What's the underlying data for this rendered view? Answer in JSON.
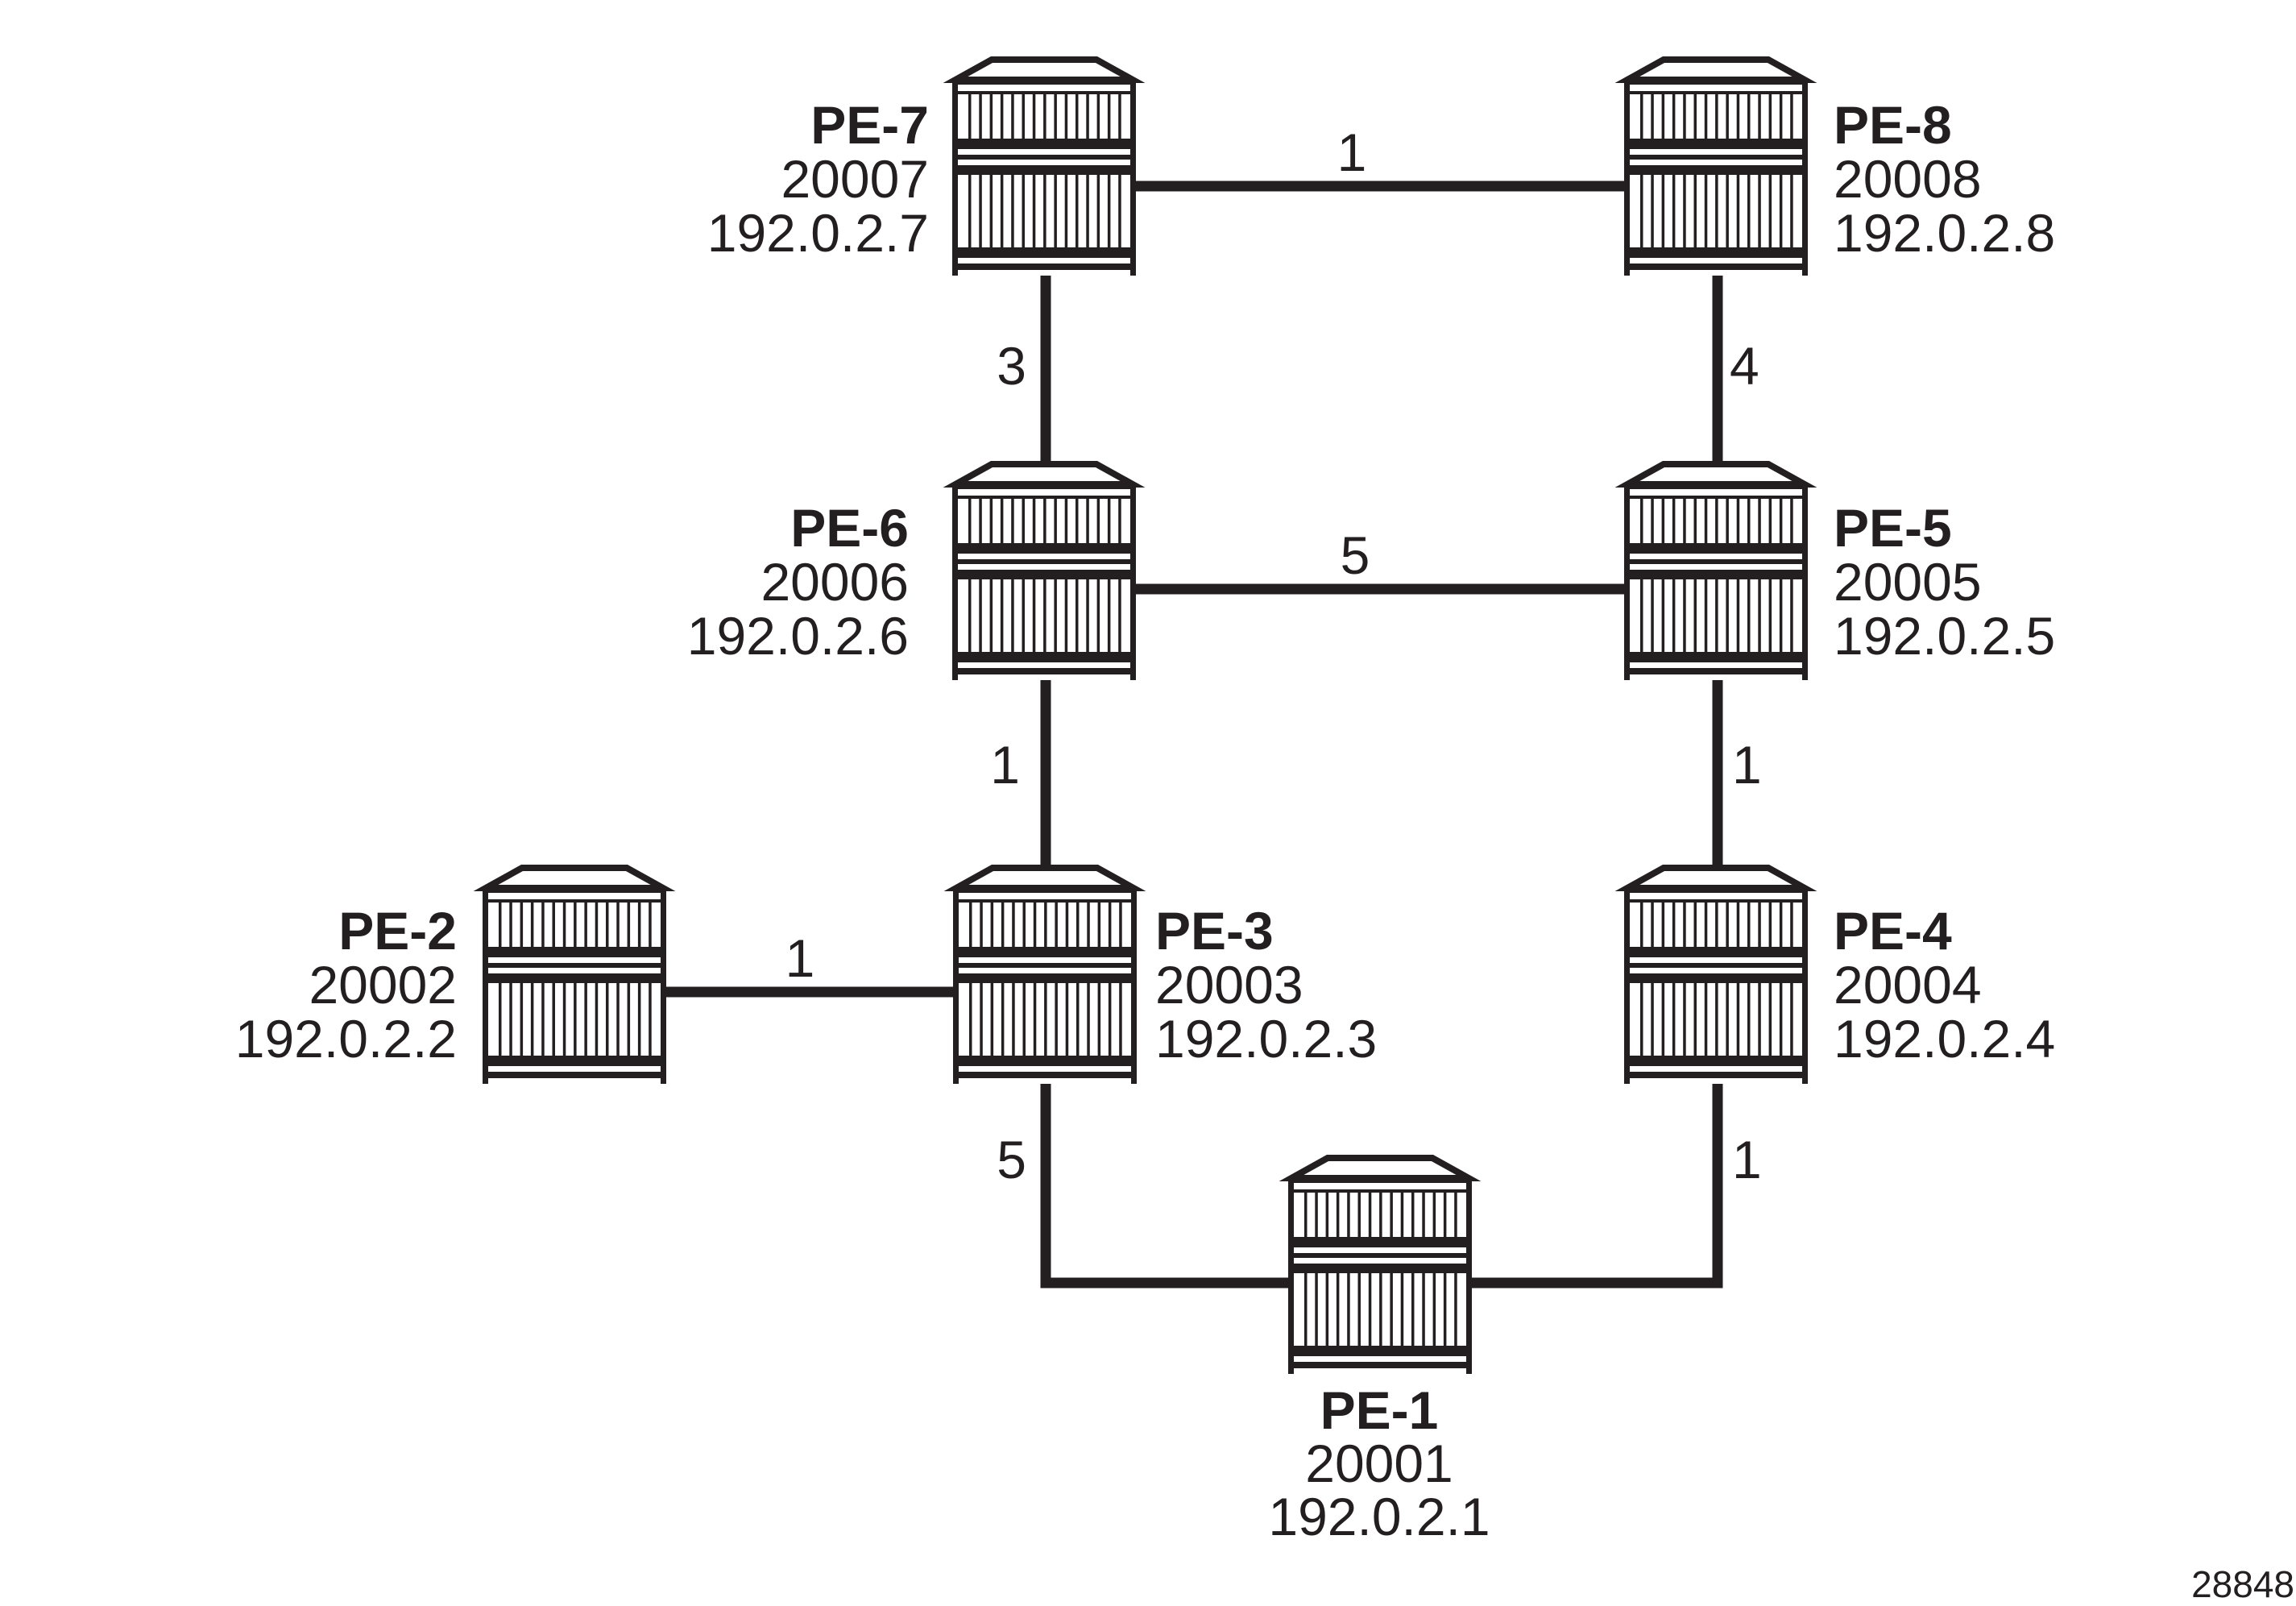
{
  "diagram": {
    "type": "network-topology",
    "colors": {
      "ink": "#231f20",
      "background": "#ffffff"
    },
    "nodes": [
      {
        "id": "PE-7",
        "name": "PE-7",
        "sid": "20007",
        "ip": "192.0.2.7"
      },
      {
        "id": "PE-8",
        "name": "PE-8",
        "sid": "20008",
        "ip": "192.0.2.8"
      },
      {
        "id": "PE-6",
        "name": "PE-6",
        "sid": "20006",
        "ip": "192.0.2.6"
      },
      {
        "id": "PE-5",
        "name": "PE-5",
        "sid": "20005",
        "ip": "192.0.2.5"
      },
      {
        "id": "PE-2",
        "name": "PE-2",
        "sid": "20002",
        "ip": "192.0.2.2"
      },
      {
        "id": "PE-3",
        "name": "PE-3",
        "sid": "20003",
        "ip": "192.0.2.3"
      },
      {
        "id": "PE-4",
        "name": "PE-4",
        "sid": "20004",
        "ip": "192.0.2.4"
      },
      {
        "id": "PE-1",
        "name": "PE-1",
        "sid": "20001",
        "ip": "192.0.2.1"
      }
    ],
    "links": [
      {
        "from": "PE-7",
        "to": "PE-8",
        "metric": "1"
      },
      {
        "from": "PE-7",
        "to": "PE-6",
        "metric": "3"
      },
      {
        "from": "PE-8",
        "to": "PE-5",
        "metric": "4"
      },
      {
        "from": "PE-6",
        "to": "PE-5",
        "metric": "5"
      },
      {
        "from": "PE-6",
        "to": "PE-3",
        "metric": "1"
      },
      {
        "from": "PE-5",
        "to": "PE-4",
        "metric": "1"
      },
      {
        "from": "PE-2",
        "to": "PE-3",
        "metric": "1"
      },
      {
        "from": "PE-3",
        "to": "PE-1",
        "metric": "5"
      },
      {
        "from": "PE-4",
        "to": "PE-1",
        "metric": "1"
      }
    ],
    "figure_id": "28848"
  }
}
